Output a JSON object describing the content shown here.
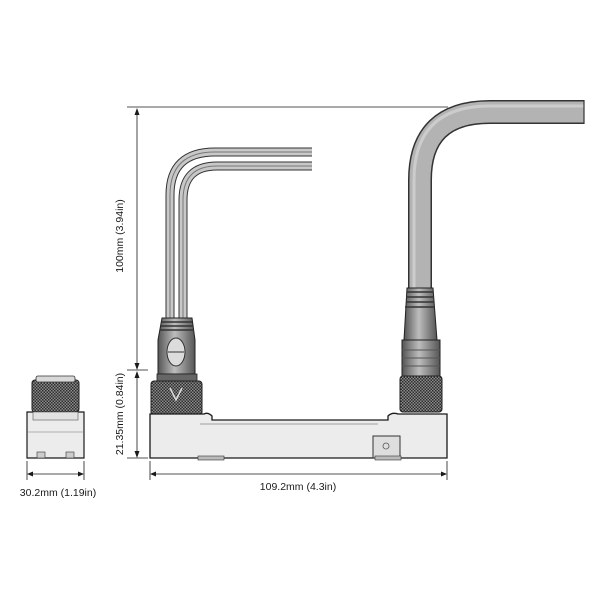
{
  "dimensions": {
    "height_total": "100mm (3.94in)",
    "height_body": "21.35mm (0.84in)",
    "length": "109.2mm (4.3in)",
    "width": "30.2mm (1.19in)"
  },
  "colors": {
    "line": "#1a1a1a",
    "body_fill": "#ececec",
    "cable_outline": "#333333",
    "cable_fill": "#a8a8a8",
    "connector_dark": "#3a3a3a",
    "connector_mid": "#9a9a9a"
  }
}
